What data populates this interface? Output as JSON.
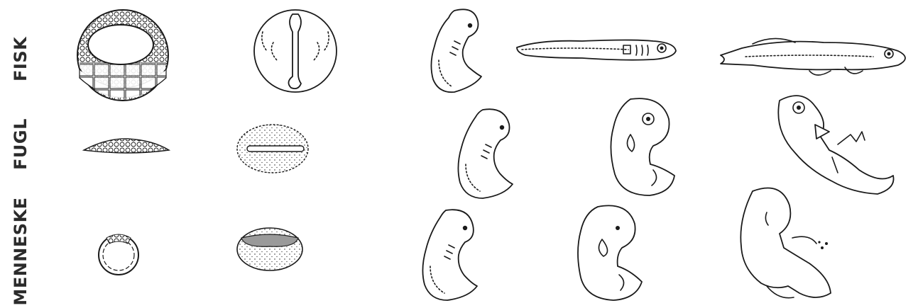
{
  "rows": [
    {
      "label": "FISK"
    },
    {
      "label": "FUGL"
    },
    {
      "label": "MENNESKE"
    }
  ],
  "colors": {
    "ink": "#1a1a1a",
    "label": "#2b2b2b",
    "background": "#ffffff"
  }
}
